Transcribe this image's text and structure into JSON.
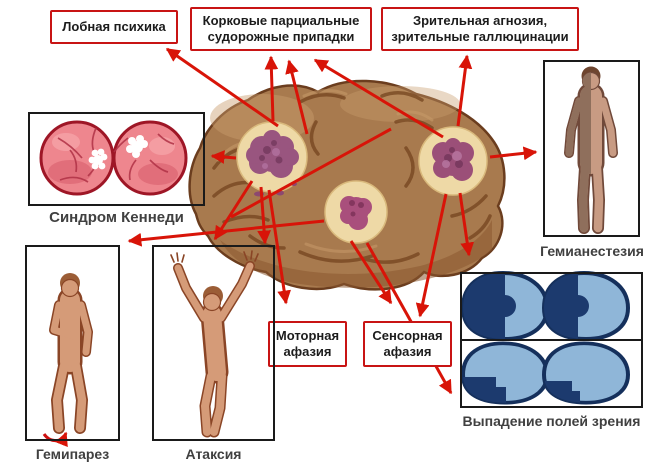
{
  "labels": {
    "frontal_psyche": "Лобная психика",
    "cortical_seizures": "Корковые парциальные судорожные припадки",
    "visual_agnosia": "Зрительная агнозия, зрительные галлюцинации",
    "motor_aphasia": "Моторная афазия",
    "sensory_aphasia": "Сенсорная афазия"
  },
  "captions": {
    "kennedy_syndrome": "Синдром Кеннеди",
    "hemianesthesia": "Гемианестезия",
    "hemiparesis": "Гемипарез",
    "ataxia": "Атаксия",
    "visual_field_loss": "Выпадение полей зрения"
  },
  "colors": {
    "arrow_red": "#d81408",
    "callout_border_red": "#c81414",
    "panel_border_black": "#1a1a1a",
    "brain_base": "#a87a4e",
    "brain_sulci": "#74441f",
    "lesion_ring": "#eed9a6",
    "tumor_purple": "#99557f",
    "fundus_pink": "#ee868e",
    "fundus_rim": "#9e1626",
    "field_light_blue": "#8fb6d8",
    "field_dark_navy": "#1c3a6e",
    "skin": "#d59b78",
    "hemianesthesia_dark_side": "#8f6f5c"
  }
}
